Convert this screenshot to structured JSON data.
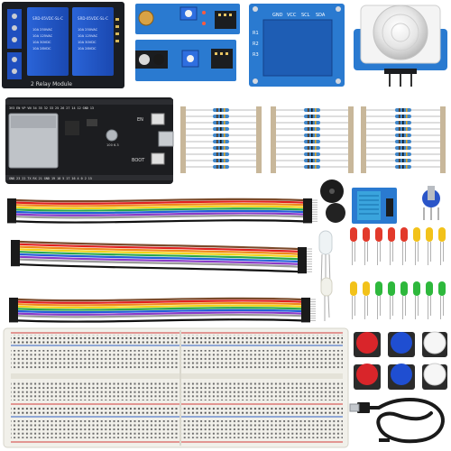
{
  "relay": {
    "board_label": "2 Relay Module",
    "relay_model": "SRD-05VDC-SL-C",
    "rating_lines": [
      "10A 250VAC",
      "10A 125VAC",
      "10A 30VDC",
      "10A 28VDC"
    ]
  },
  "oled": {
    "pin_labels": [
      "GND",
      "VCC",
      "SCL",
      "SDA"
    ],
    "rear_labels": [
      "R1",
      "R2",
      "R3"
    ]
  },
  "esp32": {
    "button_labels": [
      "EN",
      "BOOT"
    ],
    "top_pins": "3V3 EN VP VN 34 35 32 33 25 26 27 14 12 GND 13",
    "bottom_pins": "GND 23 22 TX RX 21 GND 19 18 5 17 16 4 0 2 15",
    "capacitor_text": "100 6.3"
  },
  "colors": {
    "relay_board": "#1a1d22",
    "relay_block": "#1f56c8",
    "module_pcb": "#2a7ad0",
    "esp32_pcb": "#1c1d20",
    "breadboard": "#f1f0ea",
    "rail_red": "#d33b3b",
    "rail_blue": "#2f5fc2",
    "button_red": "#d9252a",
    "button_blue": "#1f4ed1",
    "led_red": "#e23a2b",
    "led_yellow": "#f2c21a",
    "led_green": "#2eb83c",
    "dht_blue": "#3aa4dd"
  },
  "icons": [
    "usb-cable-icon"
  ]
}
